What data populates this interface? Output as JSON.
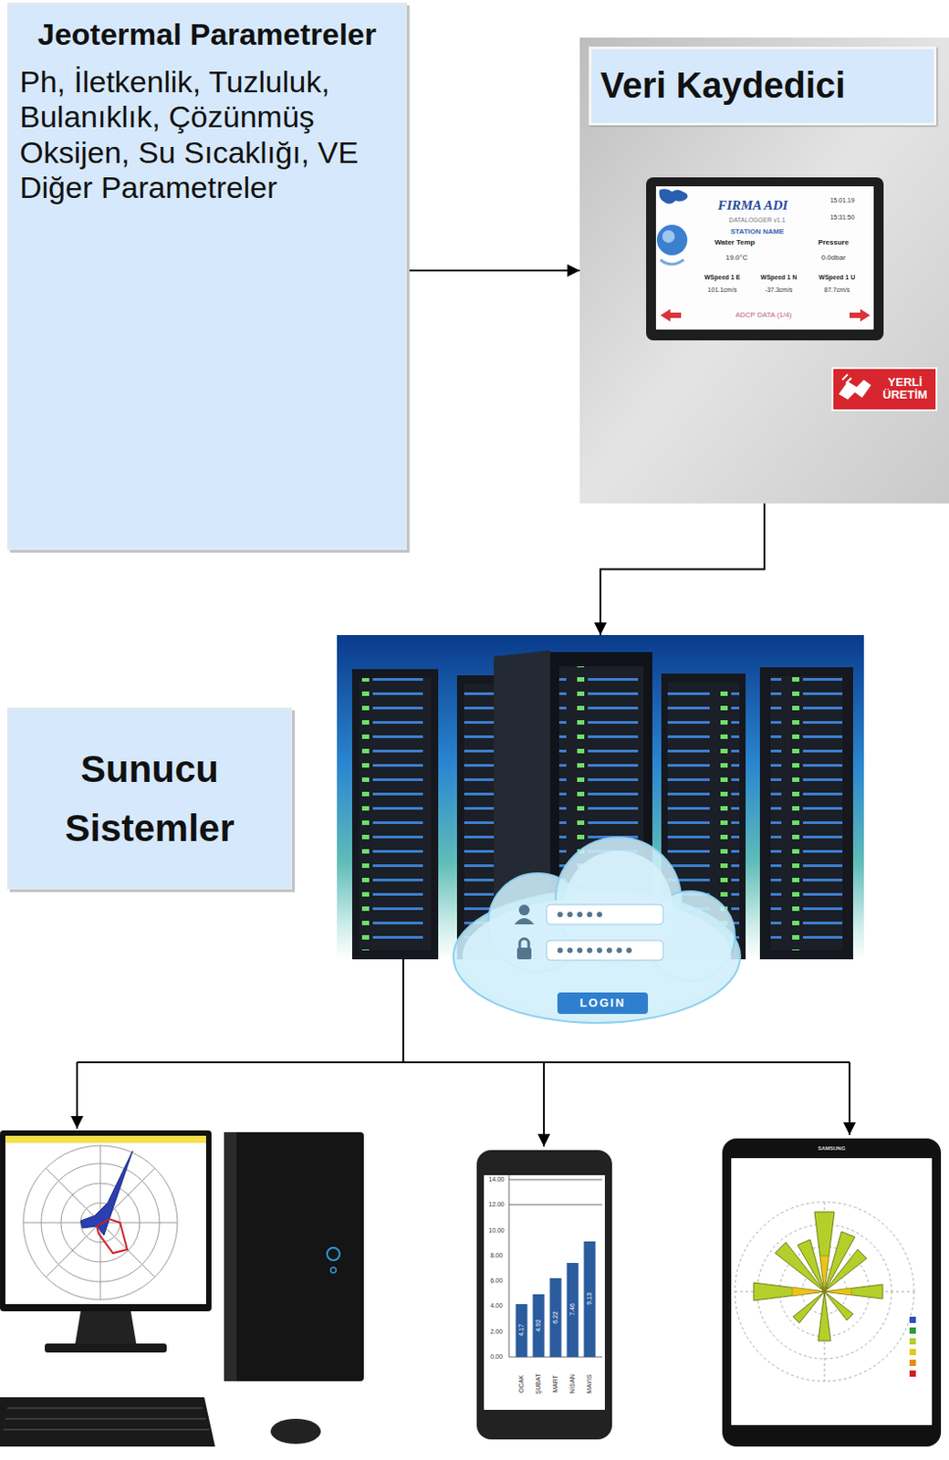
{
  "diagram": {
    "nodes": [
      {
        "text": [
          "Jeotermal Parametreler",
          "Ph, İletkenlik, Tuzluluk, Bulanıklık, Çözünmüş Oksijen, Su Sıcaklığı, VE Diğer Parametreler"
        ]
      },
      {
        "text": [
          "Veri Kaydedici"
        ]
      },
      {
        "text": [
          "Sunucu Sistemler"
        ]
      },
      {
        "text": [
          "LOGIN"
        ]
      }
    ],
    "edges": [
      {
        "from": 0,
        "to": 1,
        "arrow": "to"
      },
      {
        "from": 1,
        "to": 3,
        "arrow": "to"
      }
    ],
    "labels": [
      "FIRMA ADI",
      "DATALOGGER v1.1",
      "15.01.19",
      "15:31:50",
      "STATION NAME",
      "Water Temp",
      "Pressure",
      "19.0°C",
      "0.0dbar",
      "WSpeed 1 E",
      "WSpeed 1 N",
      "WSpeed 1 U",
      "101.1cm/s",
      "-37.3cm/s",
      "87.7cm/s",
      "ADCP DATA (1/4)",
      "YERLİ ÜRETİM",
      "14.00",
      "12.00",
      "10.00",
      "8.00",
      "6.00",
      "4.00",
      "2.00",
      "0.00",
      "4.17",
      "4.92",
      "6.22",
      "7.46",
      "9.13",
      "OCAK",
      "ŞUBAT",
      "MART",
      "NİSAN",
      "MAYIS",
      "SAMSUNG"
    ]
  }
}
